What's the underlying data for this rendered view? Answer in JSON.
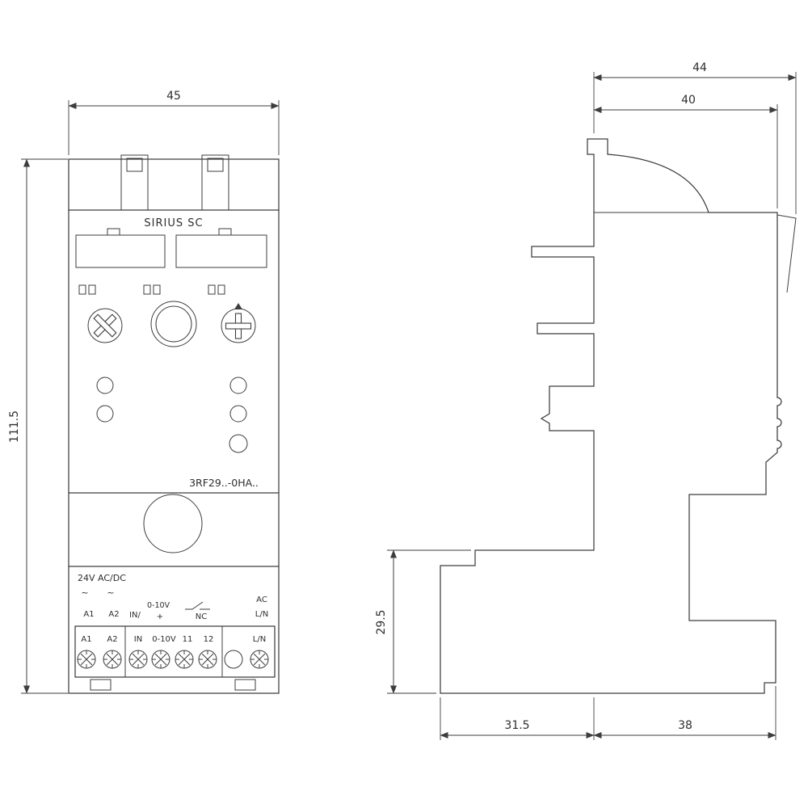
{
  "drawing": {
    "front": {
      "brand": "SIRIUS SC",
      "model": "3RF29..-0HA..",
      "supply": "24V AC/DC",
      "ac_symbol_1": "~",
      "ac_symbol_2": "~",
      "function_labels": {
        "a1": "A1",
        "a2": "A2",
        "input": "IN/",
        "range": "0-10V",
        "plus": "+",
        "nc": "NC",
        "ac": "AC",
        "line": "L/N"
      },
      "terminal_labels": {
        "a1": "A1",
        "a2": "A2",
        "input": "IN",
        "range": "0-10V",
        "t11": "11",
        "t12": "12",
        "line": "L/N"
      },
      "dimensions": {
        "width_mm": "45",
        "height_mm": "111.5"
      }
    },
    "side": {
      "dimensions": {
        "overall_depth_mm": "44",
        "housing_depth_mm": "40",
        "lower_section_height_mm": "29.5",
        "bottom_front_mm": "31.5",
        "bottom_rear_mm": "38"
      }
    }
  }
}
